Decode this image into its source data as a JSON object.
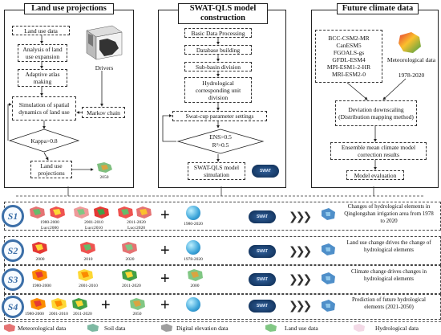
{
  "panels": {
    "land": {
      "title": "Land use projections",
      "land_use_data": "Land use data",
      "analysis": "Analysis of land use expansion",
      "adaptive": "Adaptive atlas making",
      "simulation": "Simulation of spatial dynamics of land use",
      "kappa": "Kappa>0.8",
      "projections": "Land use projections",
      "drivers": "Drivers",
      "markov": "Markov chain",
      "year_2050": "2050"
    },
    "swat": {
      "title": "SWAT-QLS model construction",
      "basic": "Basic Data Processing",
      "database": "Database building",
      "subbasin": "Sub-basin division",
      "hru": "Hydrological corresponding unit division",
      "swatcup": "Swat-cup parameter settings",
      "ens": "ENS>0.5",
      "r2": "R²>0.5",
      "sim": "SWAT-QLS model simulation"
    },
    "climate": {
      "title": "Future climate data",
      "models": [
        "BCC-CSM2-MR",
        "CanESM5",
        "FGOALS-gs",
        "GFDL-ESM4",
        "MPI-ESM1-2-HR",
        "MRI-ESM2-0"
      ],
      "met_label": "Meteorological data",
      "met_years": "1978-2020",
      "deviation": "Deviation downscaling (Distribution mapping method)",
      "ensemble": "Ensemble mean climate model correction results",
      "evaluation": "Model evaluation"
    }
  },
  "scenarios": [
    {
      "badge": "S1",
      "labels": [
        "1980-2000",
        "2001-2010",
        "2011-2020"
      ],
      "sublabels": [
        "Lucc2000",
        "Lucc2010",
        "Lucc2020"
      ],
      "met": "1980-2020",
      "result": "Changes of hydrological elements in Qinglongshan irrigation area from 1978 to 2020"
    },
    {
      "badge": "S2",
      "labels": [
        "2000",
        "2010",
        "2020"
      ],
      "sublabels": [
        "",
        "",
        ""
      ],
      "met": "1978-2020",
      "result": "Land use change drives the change of hydrological elements"
    },
    {
      "badge": "S3",
      "labels": [
        "1980-2000",
        "2001-2010",
        "2011-2020"
      ],
      "sublabels": [
        "",
        "",
        ""
      ],
      "met": "2000",
      "result": "Climate change drives changes in hydrological elements"
    },
    {
      "badge": "S4",
      "labels": [
        "1980-2000",
        "2001-2010",
        "2011-2020"
      ],
      "sublabels": [
        "",
        "",
        ""
      ],
      "met": "2050",
      "result": "Prediction of future hydrological elements (2021-2050)"
    }
  ],
  "swat_logo": "SWAT",
  "legend": [
    "Meteorological data",
    "Soil data",
    "Digital elevation data",
    "Land use data",
    "Hydrological data"
  ]
}
